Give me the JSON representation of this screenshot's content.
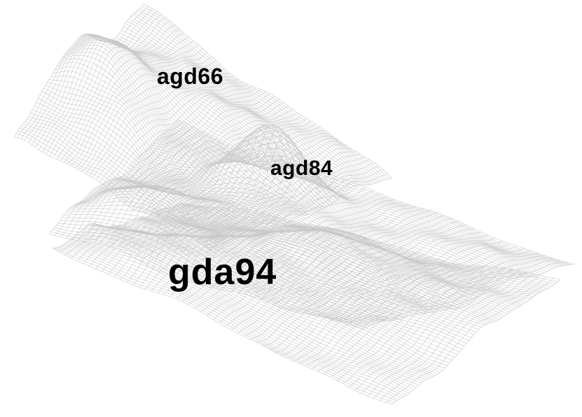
{
  "surfaces": [
    {
      "id": "agd66",
      "label": "agd66"
    },
    {
      "id": "agd84",
      "label": "agd84"
    },
    {
      "id": "gda94",
      "label": "gda94"
    }
  ],
  "colors": {
    "background": "#ffffff",
    "mesh_line": "#c8c8c8",
    "label": "#000000"
  }
}
